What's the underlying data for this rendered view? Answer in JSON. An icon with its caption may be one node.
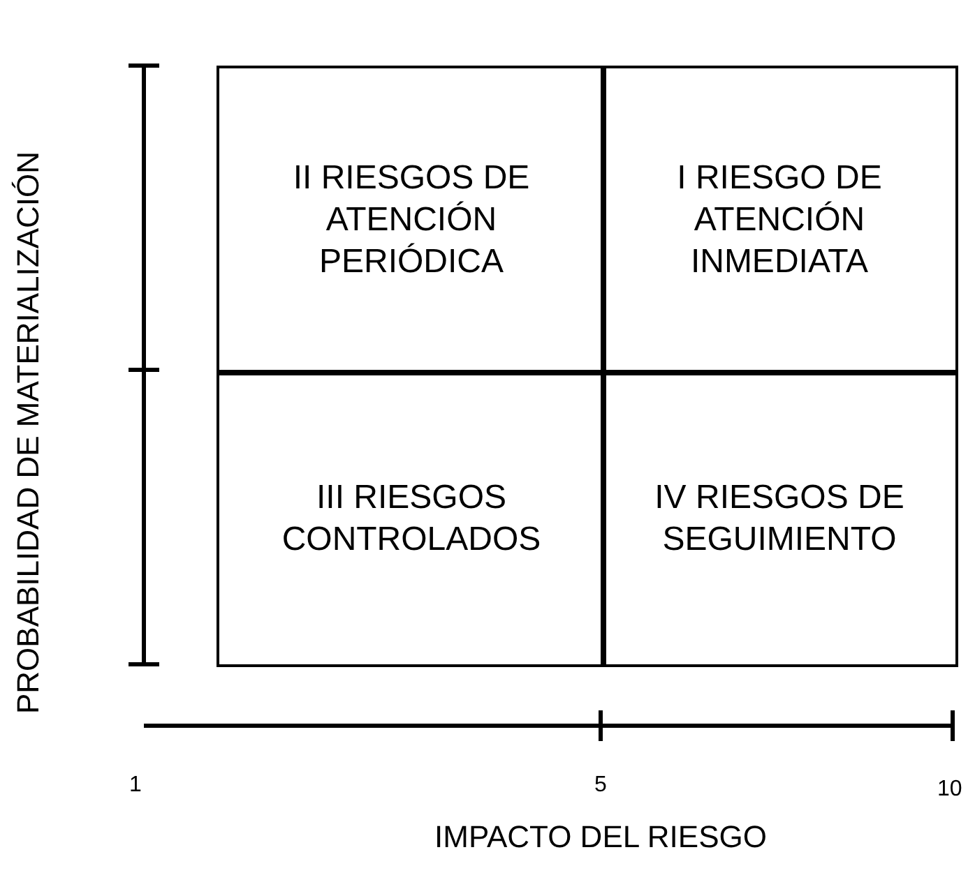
{
  "diagram": {
    "nodes": [
      {
        "text": [
          "II RIESGOS DE ATENCIÓN PERIÓDICA"
        ]
      },
      {
        "text": [
          "I RIESGO DE ATENCIÓN INMEDIATA"
        ]
      },
      {
        "text": [
          "III RIESGOS CONTROLADOS"
        ]
      },
      {
        "text": [
          "IV RIESGOS DE SEGUIMIENTO"
        ]
      }
    ],
    "edges": [],
    "labels": [
      "PROBABILIDAD DE MATERIALIZACIÓN",
      "1",
      "5",
      "10",
      "IMPACTO DEL RIESGO"
    ]
  }
}
